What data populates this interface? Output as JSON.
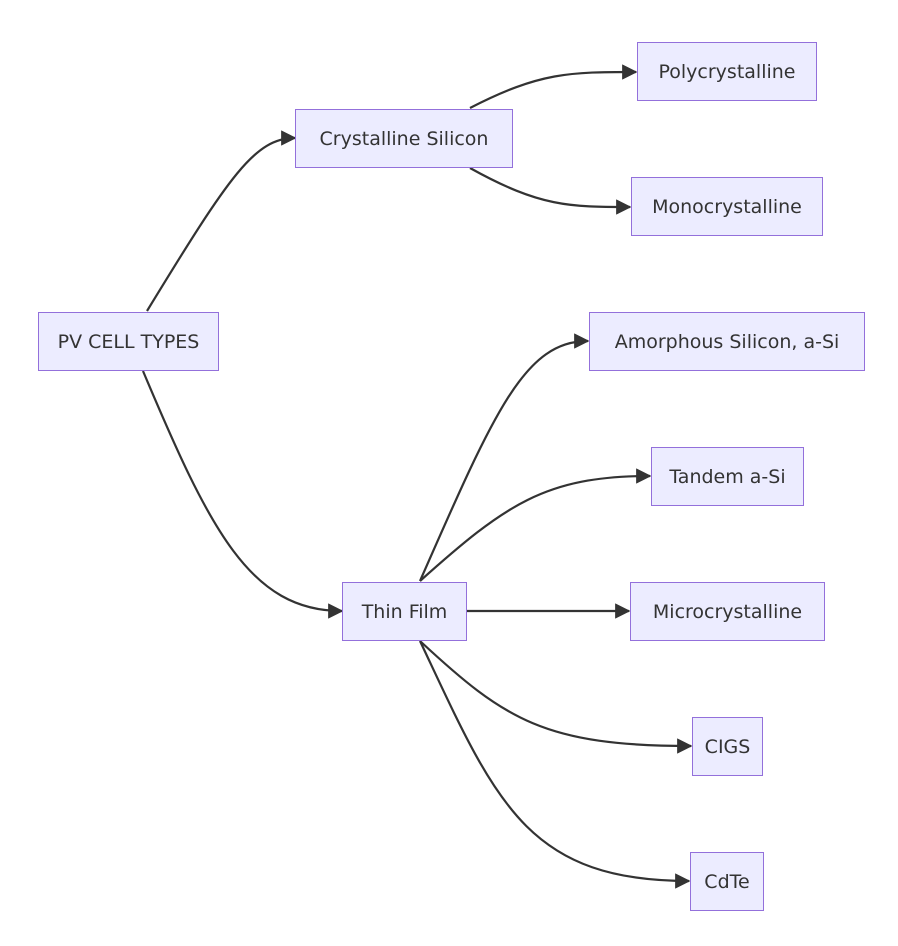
{
  "diagram": {
    "nodes": {
      "root": "PV CELL TYPES",
      "crystalline": "Crystalline Silicon",
      "thinfilm": "Thin Film",
      "poly": "Polycrystalline",
      "mono": "Monocrystalline",
      "amorphous": "Amorphous Silicon, a-Si",
      "tandem": "Tandem a-Si",
      "micro": "Microcrystalline",
      "cigs": "CIGS",
      "cdte": "CdTe"
    },
    "edges": [
      [
        "root",
        "crystalline"
      ],
      [
        "root",
        "thinfilm"
      ],
      [
        "crystalline",
        "poly"
      ],
      [
        "crystalline",
        "mono"
      ],
      [
        "thinfilm",
        "amorphous"
      ],
      [
        "thinfilm",
        "tandem"
      ],
      [
        "thinfilm",
        "micro"
      ],
      [
        "thinfilm",
        "cigs"
      ],
      [
        "thinfilm",
        "cdte"
      ]
    ],
    "colors": {
      "node_fill": "#ECECFF",
      "node_border": "#9370DB",
      "edge": "#333333",
      "text": "#333333"
    }
  }
}
